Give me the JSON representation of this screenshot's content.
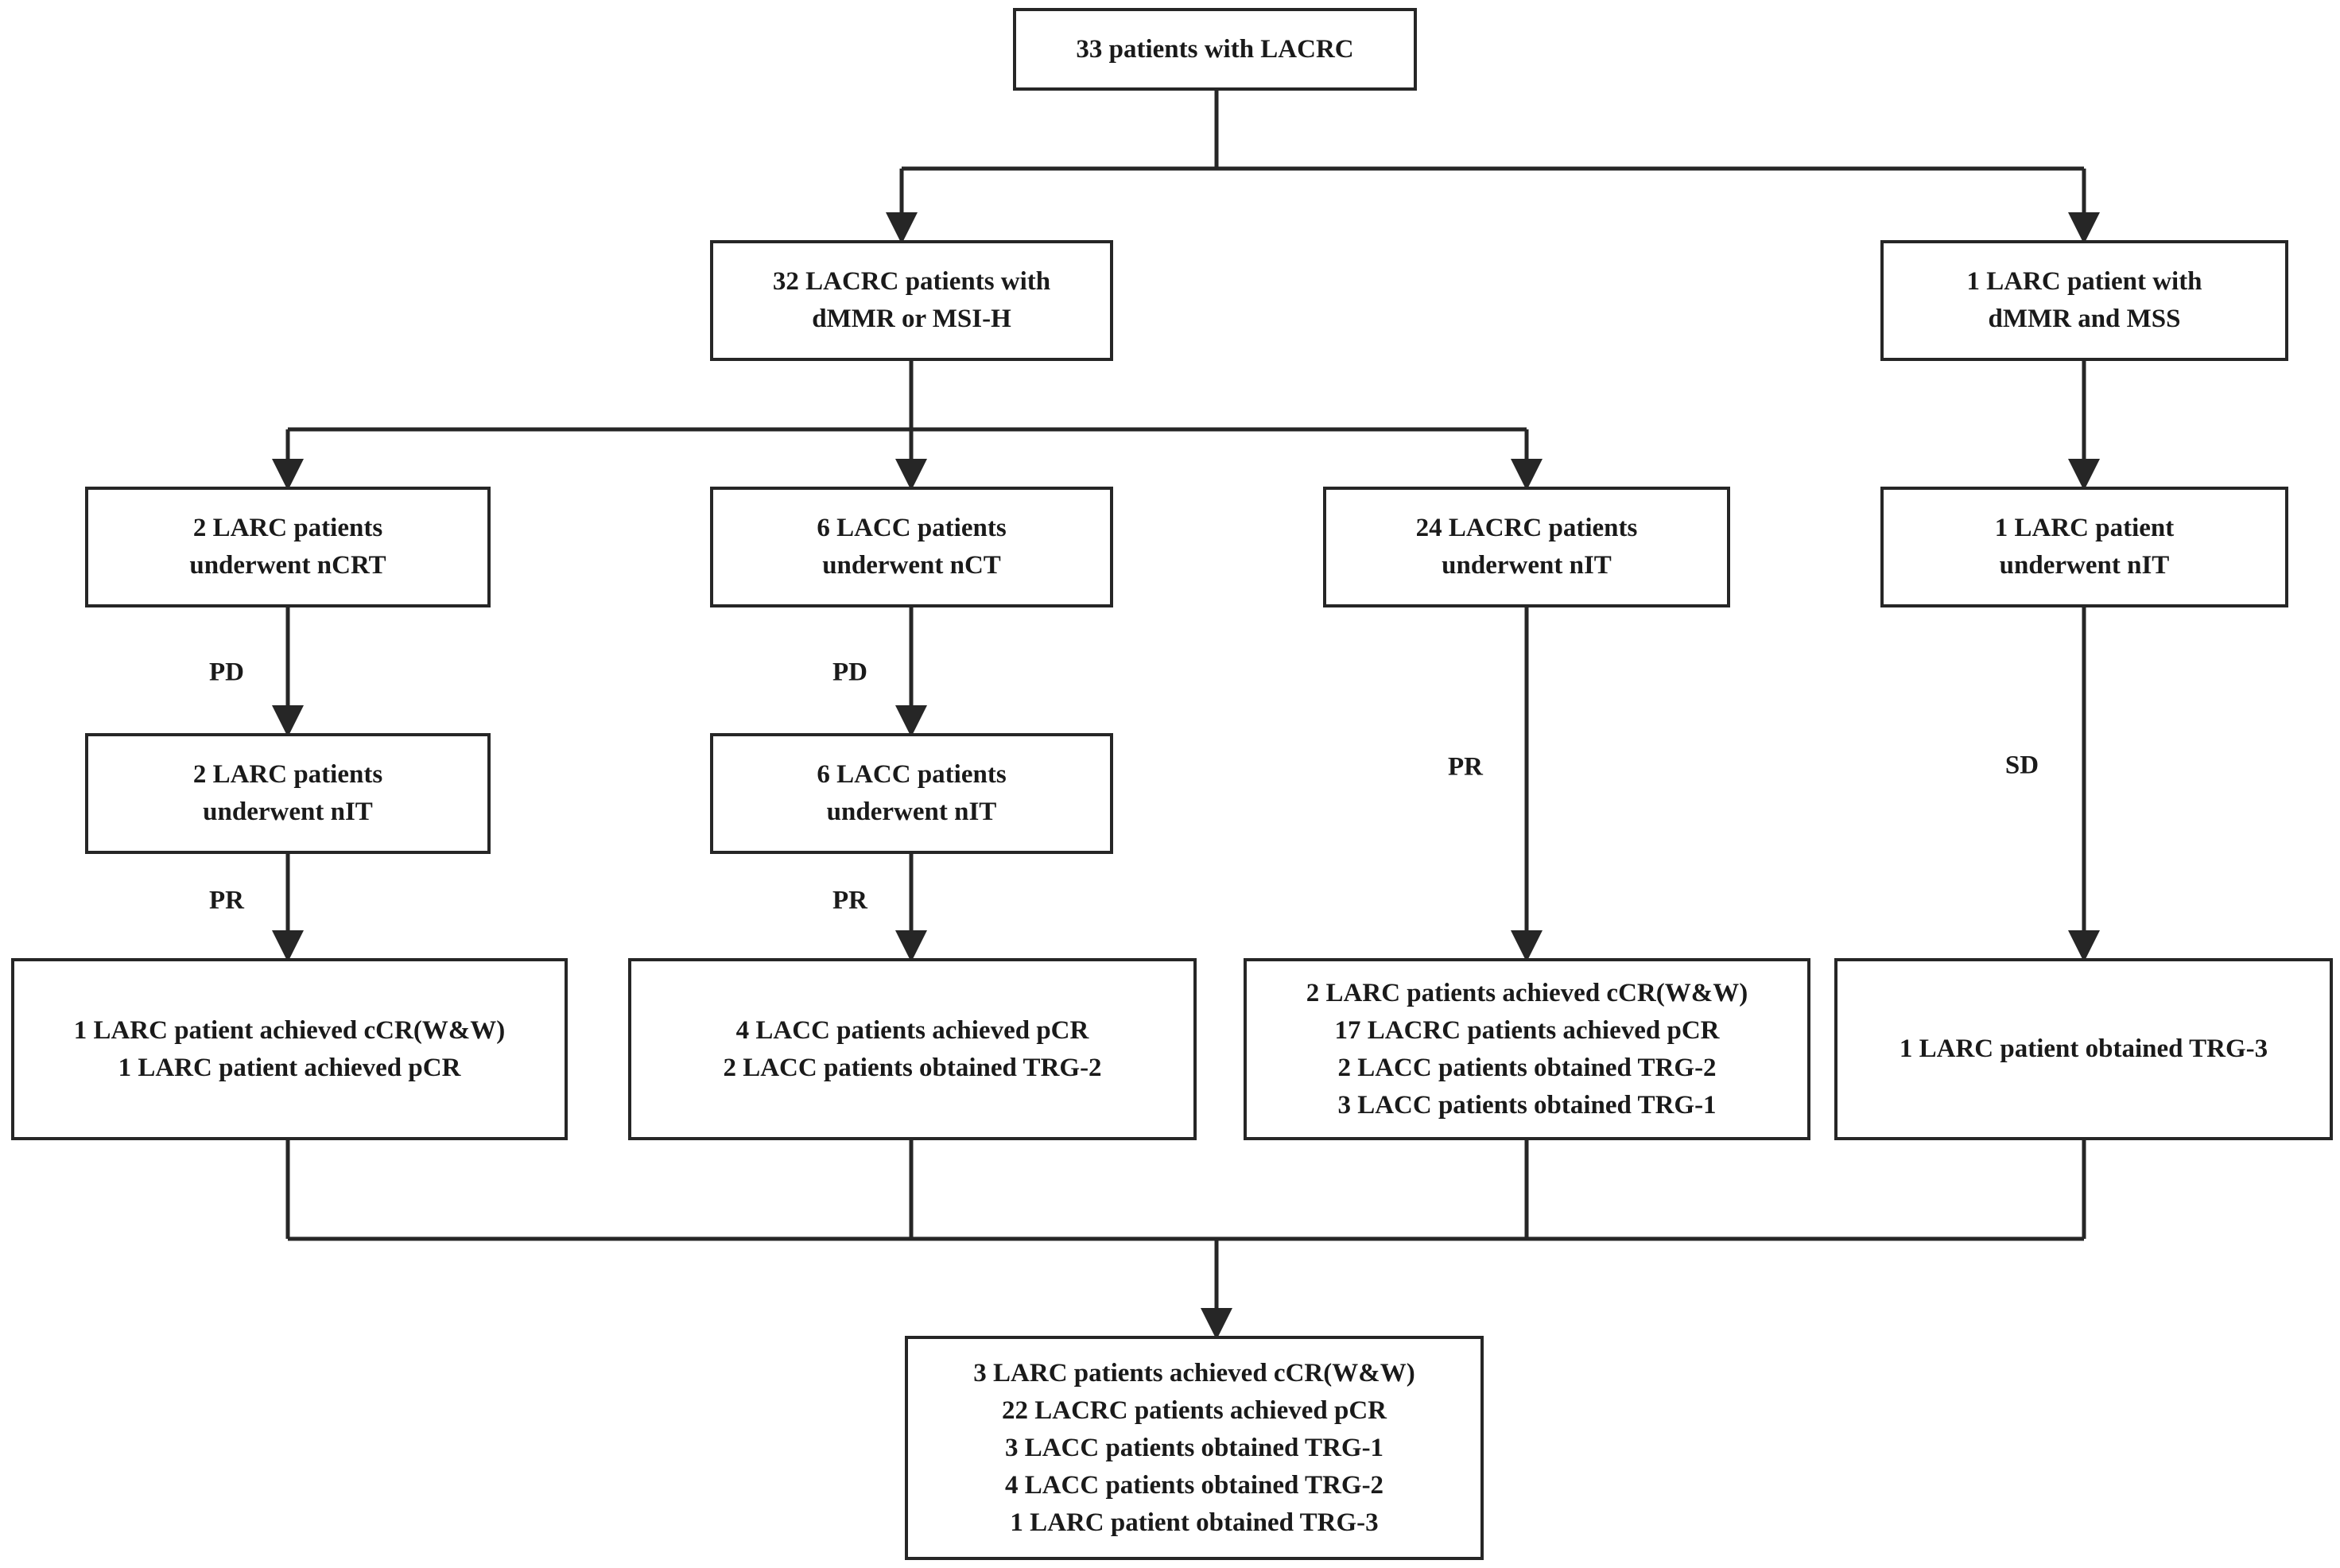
{
  "nodes": {
    "root": [
      "33 patients with LACRC"
    ],
    "dmmr": [
      "32  LACRC patients with",
      "dMMR or MSI-H"
    ],
    "mss": [
      "1  LARC patient with",
      "dMMR and MSS"
    ],
    "ncrt": [
      "2  LARC patients",
      "underwent nCRT"
    ],
    "nct": [
      "6  LACC patients",
      "underwent nCT"
    ],
    "nit24": [
      "24 LACRC patients",
      "underwent nIT"
    ],
    "nit1": [
      "1  LARC patient",
      "underwent nIT"
    ],
    "nit_larc": [
      "2 LARC patients",
      "underwent nIT"
    ],
    "nit_lacc": [
      "6  LACC patients",
      "underwent nIT"
    ],
    "out_larc": [
      "1 LARC patient achieved cCR(W&W)",
      "1 LARC patient achieved pCR"
    ],
    "out_lacc": [
      "4 LACC patients achieved pCR",
      "2 LACC patients obtained TRG-2"
    ],
    "out_nit": [
      "2 LARC patients achieved cCR(W&W)",
      "17 LACRC patients achieved pCR",
      "2 LACC patients obtained TRG-2",
      "3 LACC patients obtained TRG-1"
    ],
    "out_mss": [
      "1 LARC patient obtained TRG-3"
    ],
    "final": [
      "3 LARC patients achieved cCR(W&W)",
      "22 LACRC patients achieved pCR",
      "3 LACC patients obtained TRG-1",
      "4 LACC patients obtained TRG-2",
      "1  LARC patient obtained TRG-3"
    ]
  },
  "edge_labels": {
    "pd_ncrt": "PD",
    "pd_nct": "PD",
    "pr_larc": "PR",
    "pr_lacc": "PR",
    "pr_nit": "PR",
    "sd_mss": "SD"
  },
  "colors": {
    "line": "#262626",
    "text": "#1a1a1a",
    "background": "#ffffff"
  }
}
